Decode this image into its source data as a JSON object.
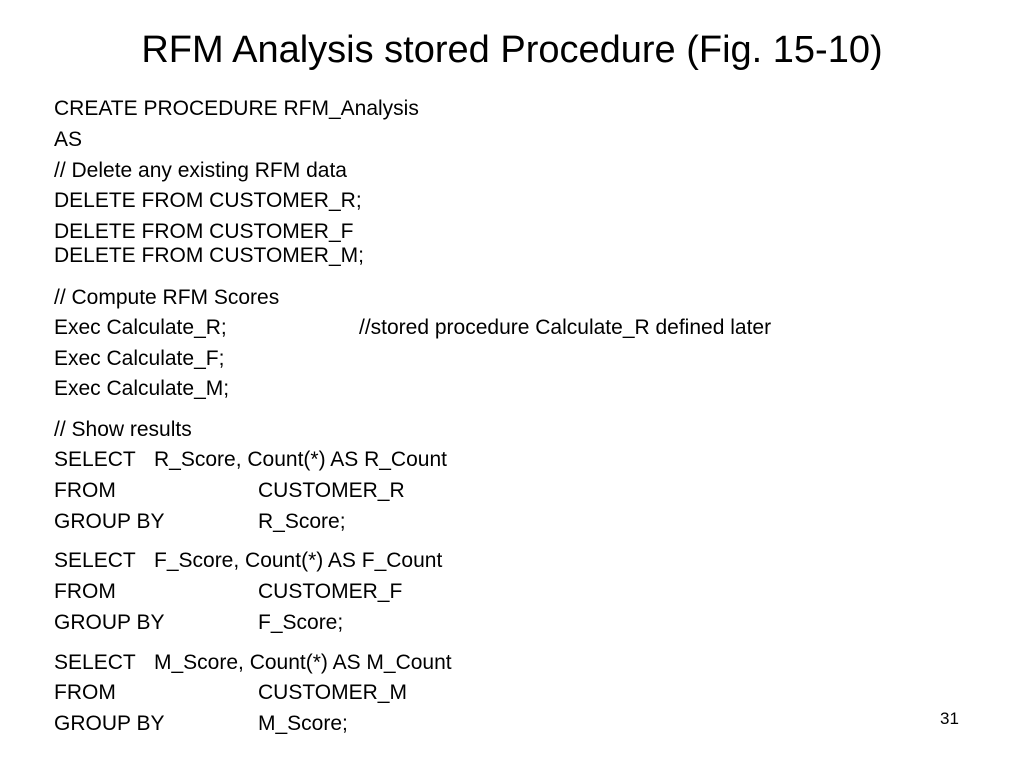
{
  "slide": {
    "title": "RFM Analysis stored Procedure (Fig. 15-10)",
    "page_number": "31"
  },
  "code": {
    "create": "CREATE PROCEDURE RFM_Analysis",
    "as": "AS",
    "comment_delete": "// Delete any existing RFM data",
    "delete_r": "DELETE FROM CUSTOMER_R;",
    "delete_f": "DELETE FROM CUSTOMER_F",
    "delete_m": "DELETE FROM CUSTOMER_M;",
    "comment_compute": "// Compute RFM Scores",
    "exec_r": "Exec Calculate_R;",
    "exec_r_comment": "//stored procedure Calculate_R defined later",
    "exec_f": "Exec Calculate_F;",
    "exec_m": "Exec Calculate_M;",
    "comment_show": "// Show results",
    "select_kw": "SELECT",
    "from_kw": "FROM",
    "groupby_kw": "GROUP BY",
    "select_r": "R_Score, Count(*) AS R_Count",
    "from_r": "CUSTOMER_R",
    "group_r": "R_Score;",
    "select_f": "F_Score, Count(*) AS F_Count",
    "from_f": "CUSTOMER_F",
    "group_f": "F_Score;",
    "select_m": "M_Score, Count(*) AS M_Count",
    "from_m": "CUSTOMER_M",
    "group_m": "M_Score;"
  }
}
